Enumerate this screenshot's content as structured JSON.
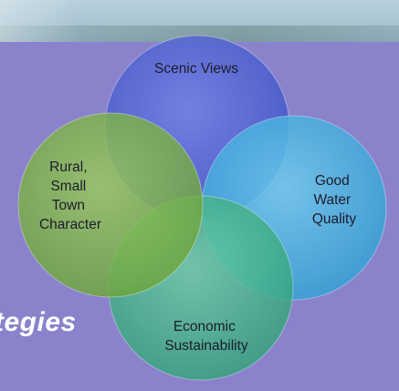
{
  "slide": {
    "partial_heading": "tegies"
  },
  "venn": {
    "circles": [
      {
        "id": "scenic",
        "lines": [
          "Scenic Views"
        ],
        "color": "#4f62d6"
      },
      {
        "id": "water",
        "lines": [
          "Good",
          "Water",
          "Quality"
        ],
        "color": "#3eaede"
      },
      {
        "id": "economic",
        "lines": [
          "Economic",
          "Sustainability"
        ],
        "color": "#3fb48e"
      },
      {
        "id": "rural",
        "lines": [
          "Rural,",
          "Small",
          "Town",
          "Character"
        ],
        "color": "#78b043"
      }
    ]
  }
}
